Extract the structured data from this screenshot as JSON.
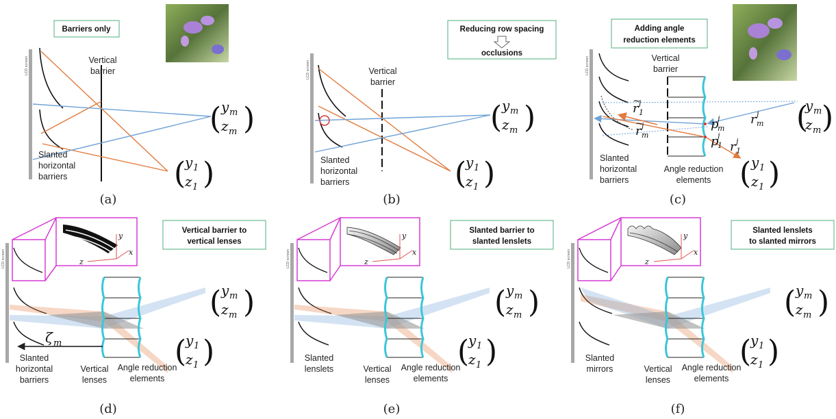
{
  "panels": {
    "a": {
      "box": "Barriers only",
      "vertical_barrier": [
        "Vertical",
        "barrier"
      ],
      "slanted": [
        "Slanted",
        "horizontal",
        "barriers"
      ],
      "caption": "(a)"
    },
    "b": {
      "box_line1": "Reducing row spacing",
      "box_line2": "occlusions",
      "vertical_barrier": [
        "Vertical",
        "barrier"
      ],
      "slanted": [
        "Slanted",
        "horizontal",
        "barriers"
      ],
      "caption": "(b)"
    },
    "c": {
      "box": [
        "Adding angle",
        "reduction elements"
      ],
      "vertical_barrier": [
        "Vertical",
        "barrier"
      ],
      "slanted": [
        "Slanted",
        "horizontal",
        "barriers"
      ],
      "angle_reduction": [
        "Angle reduction",
        "elements"
      ],
      "caption": "(c)"
    },
    "d": {
      "box": [
        "Vertical barrier to",
        "vertical lenses"
      ],
      "left": [
        "Slanted",
        "horizontal",
        "barriers"
      ],
      "mid": [
        "Vertical",
        "lenses"
      ],
      "right": [
        "Angle reduction",
        "elements"
      ],
      "zeta": "ζ",
      "caption": "(d)"
    },
    "e": {
      "box": [
        "Slanted barrier to",
        "slanted lenslets"
      ],
      "left": [
        "Slanted",
        "lenslets"
      ],
      "mid": [
        "Vertical",
        "lenses"
      ],
      "right": [
        "Angle reduction",
        "elements"
      ],
      "caption": "(e)"
    },
    "f": {
      "box": [
        "Slanted lenslets",
        "to slanted mirrors"
      ],
      "left": [
        "Slanted",
        "mirrors"
      ],
      "mid": [
        "Vertical",
        "lenses"
      ],
      "right": [
        "Angle reduction",
        "elements"
      ],
      "caption": "(f)"
    }
  },
  "math": {
    "y": "y",
    "z": "z",
    "sub_m": "m",
    "sub_1": "1",
    "r": "r",
    "p": "p",
    "sup_j": "j",
    "tilde": "~",
    "inset_y": "y",
    "inset_z": "z",
    "inset_x": "x"
  },
  "screen_label": "LCD screen",
  "colors": {
    "orange": "#e27b3e",
    "blue": "#6fa2d6",
    "cyan": "#3bc6d8",
    "magenta": "#d63bd3",
    "green_box": "#4caf7d"
  }
}
